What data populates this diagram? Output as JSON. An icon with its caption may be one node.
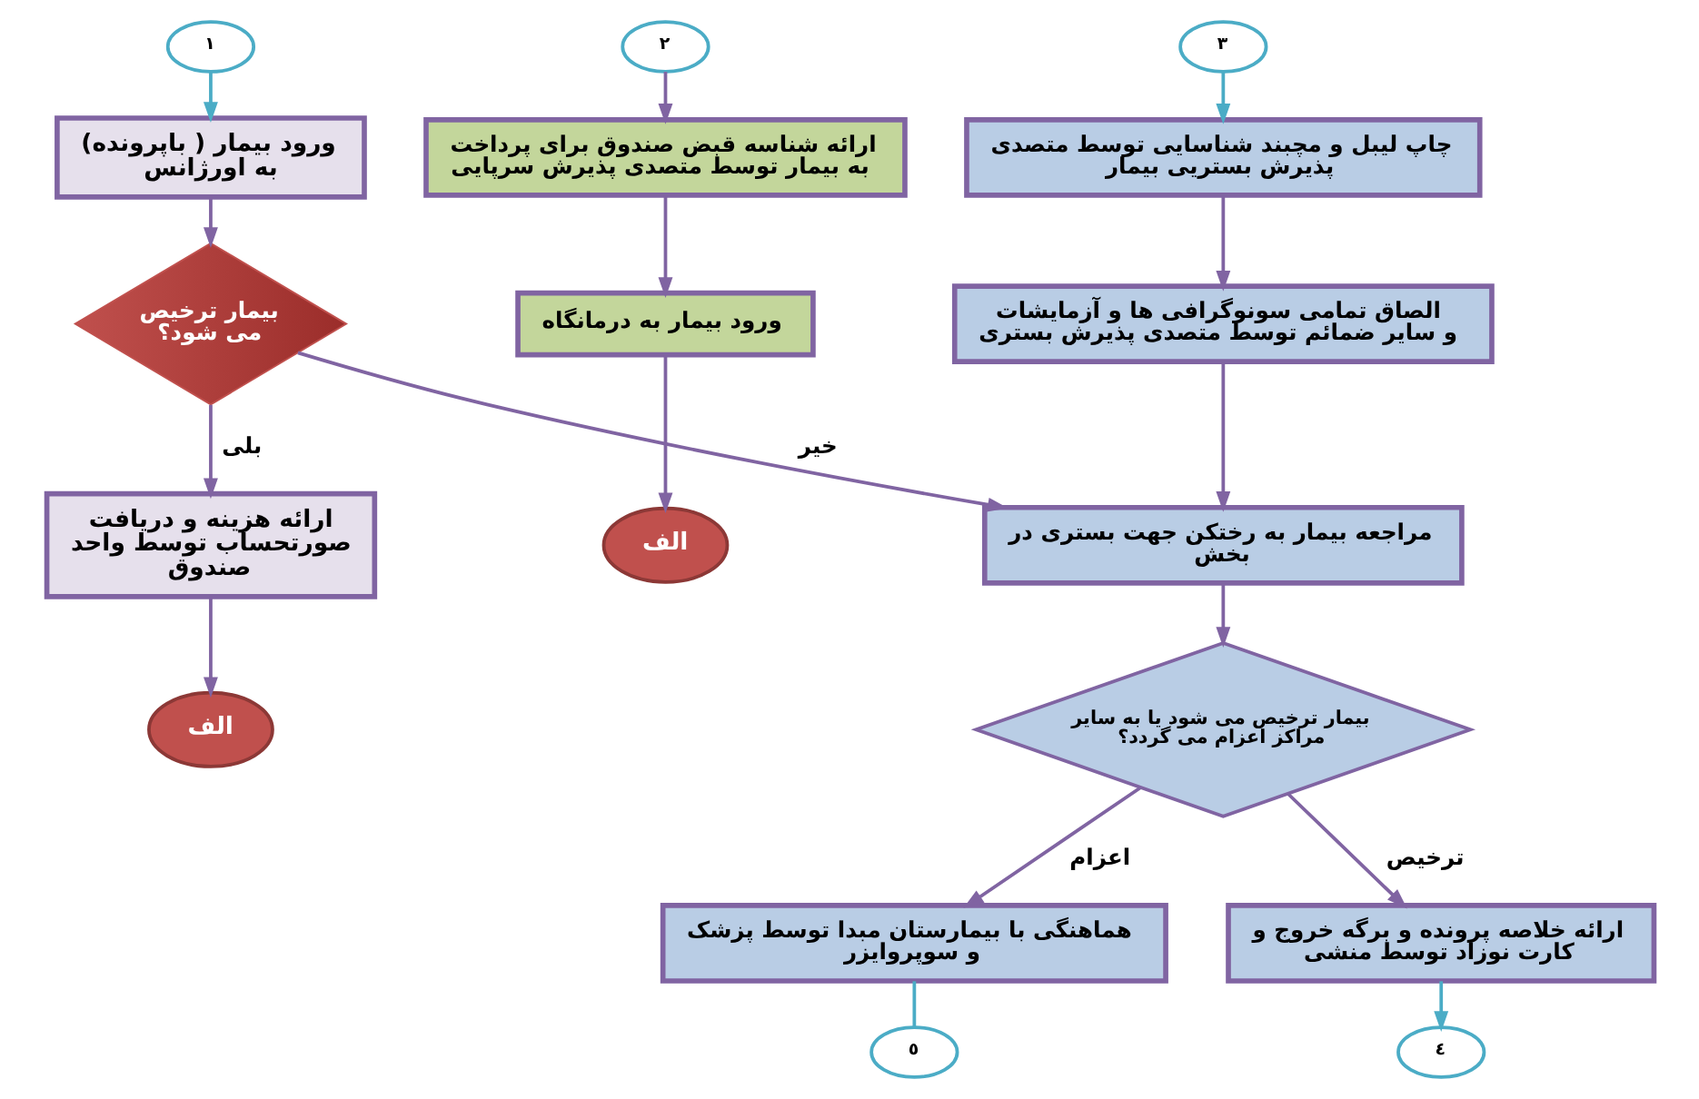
{
  "diagram": {
    "nodes": [
      {
        "text": [
          "١"
        ]
      },
      {
        "text": [
          "ورود بیمار ( باپرونده) به اورژانس"
        ]
      },
      {
        "text": [
          "بیمار ترخیص می شود؟"
        ]
      },
      {
        "text": [
          "ارائه هزینه و دریافت صورتحساب توسط واحد صندوق"
        ]
      },
      {
        "text": [
          "الف"
        ]
      },
      {
        "text": [
          "٢"
        ]
      },
      {
        "text": [
          "ارائه شناسه قبض صندوق برای پرداخت به بیمار توسط متصدی پذیرش سرپایی"
        ]
      },
      {
        "text": [
          "ورود بیمار به درمانگاه"
        ]
      },
      {
        "text": [
          "الف"
        ]
      },
      {
        "text": [
          "٣"
        ]
      },
      {
        "text": [
          "چاپ لیبل و مچبند شناسایی توسط متصدی پذیرش بستریی بیمار"
        ]
      },
      {
        "text": [
          "الصاق تمامی سونوگرافی ها و آزمایشات و سایر ضمائم توسط متصدی پذیرش بستری"
        ]
      },
      {
        "text": [
          "مراجعه بیمار به رختکن جهت بستری در بخش"
        ]
      },
      {
        "text": [
          "بیمار ترخیص می شود یا به سایر مراکز اعزام می گردد؟"
        ]
      },
      {
        "text": [
          "هماهنگی با بیمارستان مبدا توسط پزشک و سوپروایزر"
        ]
      },
      {
        "text": [
          "٥"
        ]
      },
      {
        "text": [
          "ارائه خلاصه پرونده و برگه خروج و کارت نوزاد توسط منشی"
        ]
      },
      {
        "text": [
          "٤"
        ]
      }
    ],
    "edges": [
      {
        "from": 0,
        "to": 1,
        "arrow": "to",
        "color": "#4bacc6"
      },
      {
        "from": 1,
        "to": 2,
        "arrow": "to"
      },
      {
        "from": 2,
        "to": 3,
        "arrow": "to",
        "label": "بلی"
      },
      {
        "from": 2,
        "to": 12,
        "arrow": "to",
        "label": "خیر"
      },
      {
        "from": 3,
        "to": 4,
        "arrow": "to"
      },
      {
        "from": 5,
        "to": 6,
        "arrow": "to"
      },
      {
        "from": 6,
        "to": 7,
        "arrow": "to"
      },
      {
        "from": 7,
        "to": 8,
        "arrow": "to"
      },
      {
        "from": 9,
        "to": 10,
        "arrow": "to",
        "color": "#4bacc6"
      },
      {
        "from": 10,
        "to": 11,
        "arrow": "to"
      },
      {
        "from": 11,
        "to": 12,
        "arrow": "to"
      },
      {
        "from": 12,
        "to": 13,
        "arrow": "to"
      },
      {
        "from": 13,
        "to": 14,
        "arrow": "to",
        "label": "اعزام"
      },
      {
        "from": 13,
        "to": 16,
        "arrow": "to",
        "label": "ترخیص"
      },
      {
        "from": 14,
        "to": 15,
        "arrow": "none",
        "color": "#4bacc6"
      },
      {
        "from": 16,
        "to": 17,
        "arrow": "to",
        "color": "#4bacc6"
      }
    ]
  }
}
